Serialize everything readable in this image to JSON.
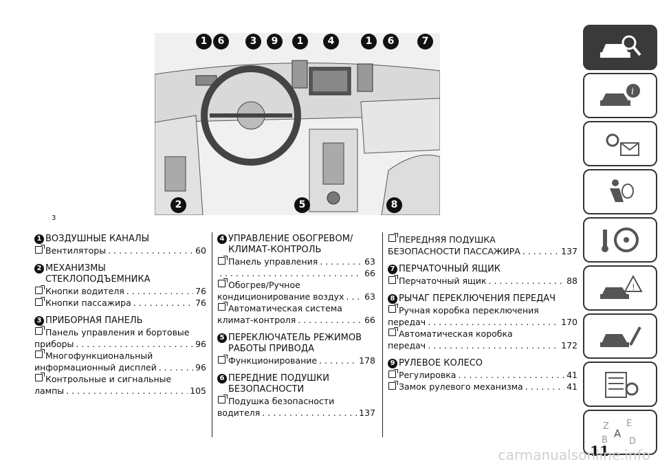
{
  "figure": {
    "number": "3",
    "callouts": [
      "1",
      "6",
      "3",
      "9",
      "1",
      "4",
      "1",
      "6",
      "7",
      "2",
      "5",
      "8"
    ]
  },
  "sections": [
    {
      "num": "1",
      "title": "ВОЗДУШНЫЕ КАНАЛЫ",
      "entries": [
        {
          "text": "Вентиляторы",
          "page": "60"
        }
      ]
    },
    {
      "num": "2",
      "title": "МЕХАНИЗМЫ\nСТЕКЛОПОДЪЕМНИКА",
      "entries": [
        {
          "text": "Кнопки водителя",
          "page": "76"
        },
        {
          "text": "Кнопки пассажира",
          "page": "76"
        }
      ]
    },
    {
      "num": "3",
      "title": "ПРИБОРНАЯ ПАНЕЛЬ",
      "entries": [
        {
          "text": "Панель управления и бортовые",
          "text2": "приборы",
          "page": "96"
        },
        {
          "text": "Многофункциональный",
          "text2": "информационный дисплей",
          "page": "96"
        },
        {
          "text": "Контрольные и сигнальные",
          "text2": "лампы",
          "page": "105"
        }
      ]
    },
    {
      "num": "4",
      "title": "УПРАВЛЕНИЕ ОБОГРЕВОМ/\nКЛИМАТ-КОНТРОЛЬ",
      "entries": [
        {
          "text": "Панель управления",
          "page": "63"
        },
        {
          "text": "",
          "page": "66"
        },
        {
          "text": "Обогрев/Ручное",
          "text2": "кондиционирование воздух",
          "page": "63"
        },
        {
          "text": "Автоматическая система",
          "text2": "климат-контроля",
          "page": "66"
        }
      ]
    },
    {
      "num": "5",
      "title": "ПЕРЕКЛЮЧАТЕЛЬ РЕЖИМОВ\nРАБОТЫ ПРИВОДА",
      "entries": [
        {
          "text": "Функционирование",
          "page": "178"
        }
      ]
    },
    {
      "num": "6",
      "title": "ПЕРЕДНИЕ ПОДУШКИ\nБЕЗОПАСНОСТИ",
      "entries": [
        {
          "text": "Подушка безопасности",
          "text2": "водителя",
          "page": "137"
        }
      ]
    },
    {
      "num": "",
      "title": "",
      "entries": [
        {
          "text": "ПЕРЕДНЯЯ ПОДУШКА",
          "text2": "БЕЗОПАСНОСТИ ПАССАЖИРА",
          "page": "137"
        }
      ]
    },
    {
      "num": "7",
      "title": "ПЕРЧАТОЧНЫЙ ЯЩИК",
      "entries": [
        {
          "text": "Перчаточный ящик",
          "page": "88"
        }
      ]
    },
    {
      "num": "8",
      "title": "РЫЧАГ ПЕРЕКЛЮЧЕНИЯ ПЕРЕДАЧ",
      "entries": [
        {
          "text": "Ручная коробка переключения",
          "text2": "передач",
          "page": "170"
        },
        {
          "text": "Автоматическая коробка",
          "text2": "передач",
          "page": "172"
        }
      ]
    },
    {
      "num": "9",
      "title": "РУЛЕВОЕ КОЛЕСО",
      "entries": [
        {
          "text": "Регулировка",
          "page": "41"
        },
        {
          "text": "Замок рулевого механизма",
          "page": "41"
        }
      ]
    }
  ],
  "sidebar": {
    "tabs": [
      "car-search-icon",
      "car-info-icon",
      "warning-mail-icon",
      "airbag-person-icon",
      "steering-key-icon",
      "car-warning-icon",
      "car-wrench-icon",
      "spec-list-icon",
      "alphabet-index-icon"
    ]
  },
  "page_number": "11",
  "watermark": "carmanualsonline.info"
}
